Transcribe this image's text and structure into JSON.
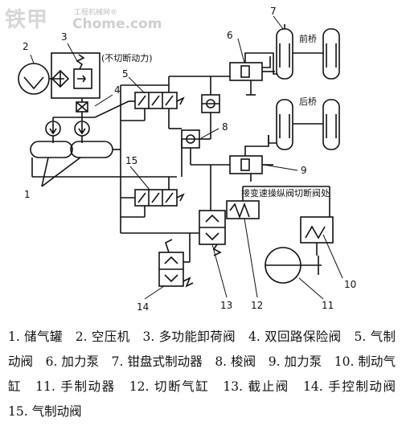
{
  "watermark": {
    "brand": "铁甲",
    "sub": "工程机械网®",
    "domain": "Chome.com"
  },
  "diagram": {
    "labels": {
      "n1": "1",
      "n2": "2",
      "n3": "3",
      "n4": "4",
      "n5": "5",
      "n6": "6",
      "n7": "7",
      "n8": "8",
      "n9": "9",
      "n10": "10",
      "n11": "11",
      "n12": "12",
      "n13": "13",
      "n14": "14",
      "n15": "15"
    },
    "captions": {
      "no_power_cut": "(不切断动力)",
      "front_axle": "前桥",
      "rear_axle": "后桥",
      "to_valve": "接变速操纵阀切断阀处"
    }
  },
  "legend": {
    "text": "1. 储气罐　2. 空压机　3. 多功能卸荷阀　4. 双回路保险阀　5. 气制动阀　6. 加力泵　7. 钳盘式制动器　8. 梭阀　9. 加力泵　10. 制动气缸　11. 手制动器　12. 切断气缸　13. 截止阀　14. 手控制动阀　15. 气制动阀"
  }
}
